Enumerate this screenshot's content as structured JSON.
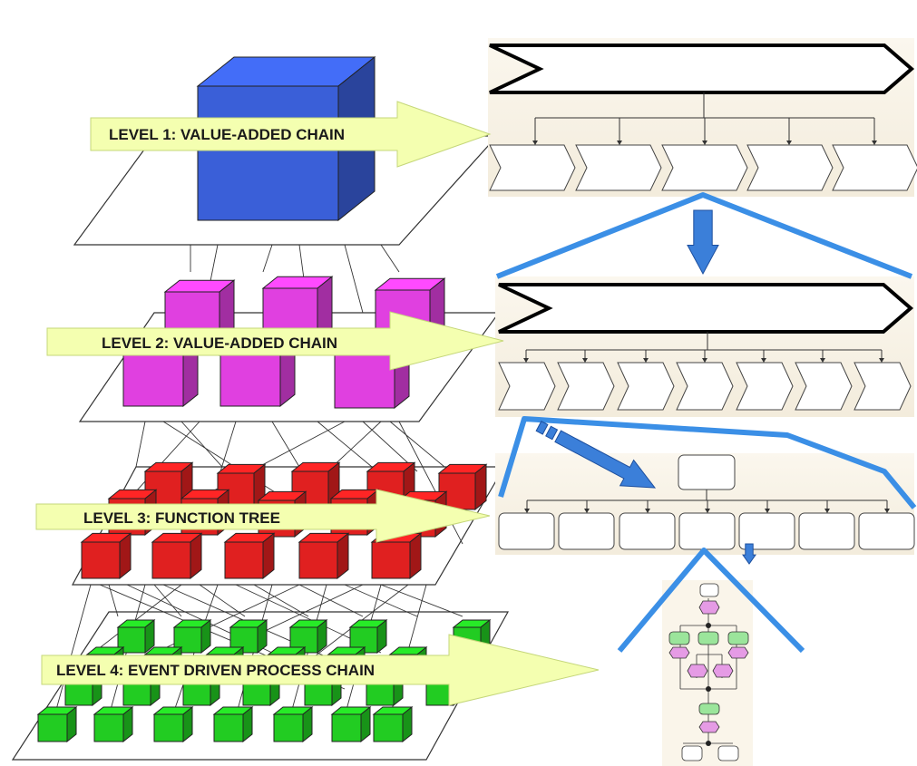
{
  "levels": [
    {
      "label": "LEVEL 1: VALUE-ADDED CHAIN"
    },
    {
      "label": "LEVEL 2: VALUE-ADDED CHAIN"
    },
    {
      "label": "LEVEL 3: FUNCTION TREE"
    },
    {
      "label": "LEVEL 4: EVENT DRIVEN PROCESS CHAIN"
    }
  ],
  "colors": {
    "level1_cube": "#3a5fd8",
    "level2_cube": "#e040e0",
    "level3_cube": "#e02020",
    "level4_cube": "#22cc22",
    "label_arrow": "#f4ffb0",
    "zoom_lines": "#3b8fe6",
    "zoom_arrow": "#3b7fd9",
    "epc_function": "#9be59b",
    "epc_event": "#e59be5"
  }
}
